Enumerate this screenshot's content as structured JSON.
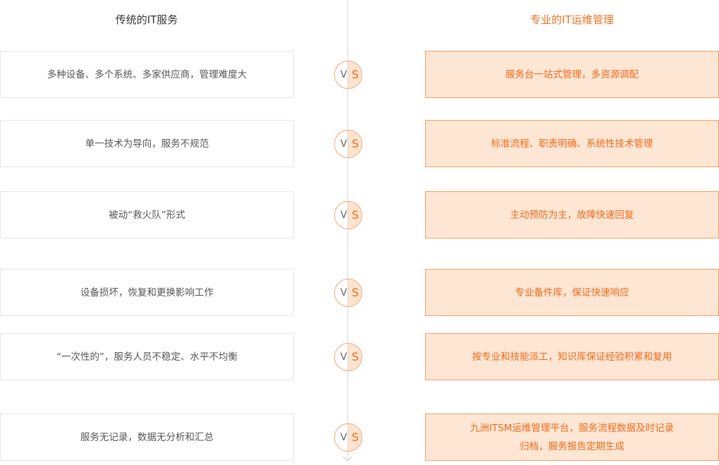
{
  "header": {
    "left_title": "传统的IT服务",
    "right_title": "专业的IT运维管理"
  },
  "vs": {
    "v": "V",
    "s": "S"
  },
  "rows": [
    {
      "left": "多种设备、多个系统、多家供应商，管理难度大",
      "right": "服务台一站式管理，多资源调配"
    },
    {
      "left": "单一技术为导向，服务不规范",
      "right": "标准流程、职责明确、系统性技术管理"
    },
    {
      "left": "被动“救火队”形式",
      "right": "主动预防为主，故障快速回复"
    },
    {
      "left": "设备损坏，恢复和更换影响工作",
      "right": "专业备件库，保证快速响应"
    },
    {
      "left": "“一次性的”，服务人员不稳定、水平不均衡",
      "right": "按专业和技能派工，知识库保证经验积累和复用"
    },
    {
      "left": "服务无记录，数据无分析和汇总",
      "right_line1": "九洲ITSM运维管理平台，服务流程数据及时记录",
      "right_line2": "归档，服务报告定期生成"
    }
  ],
  "colors": {
    "accent": "#f06a1a",
    "accent_fill": "#fde6d4",
    "accent_border": "#f4a064",
    "neutral_text": "#555555",
    "neutral_border": "#e6e6e6"
  }
}
